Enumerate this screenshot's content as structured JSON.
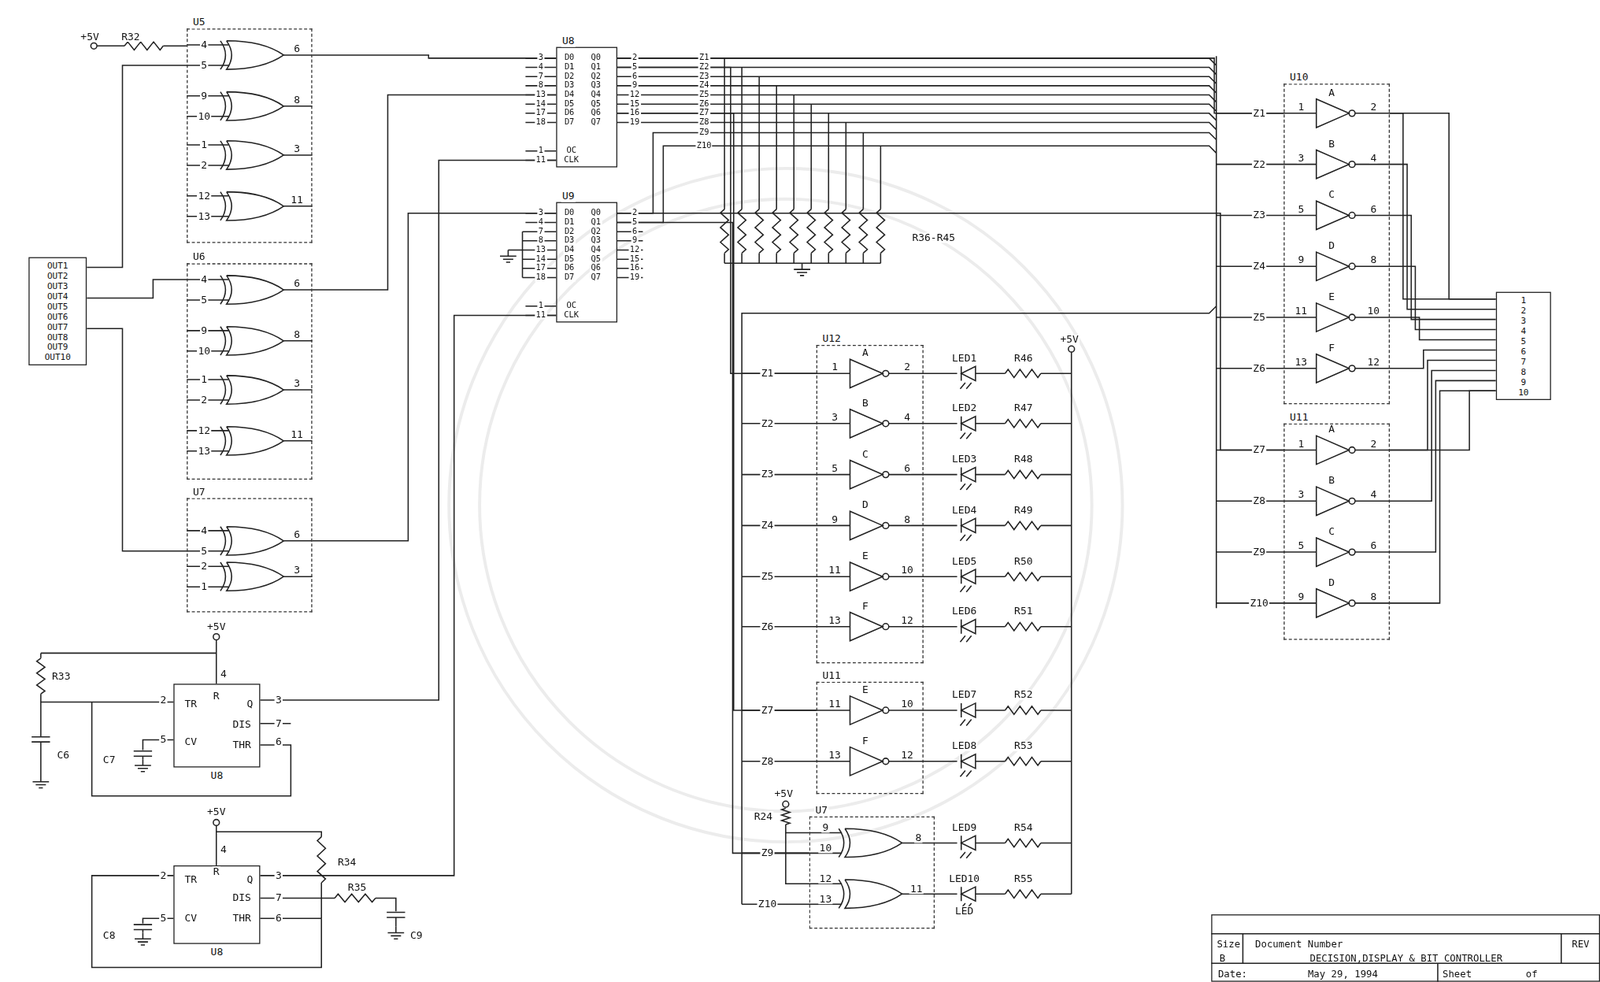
{
  "diagram": {
    "nodes": [
      {
        "text": [
          "OUT1",
          "OUT2",
          "OUT3",
          "OUT4",
          "OUT5",
          "OUT6",
          "OUT7",
          "OUT8",
          "OUT9",
          "OUT10"
        ]
      },
      {
        "text": [
          "U5"
        ]
      },
      {
        "text": [
          "U6"
        ]
      },
      {
        "text": [
          "U7"
        ]
      },
      {
        "text": [
          "U8"
        ]
      },
      {
        "text": [
          "U9"
        ]
      },
      {
        "text": [
          "U10"
        ]
      },
      {
        "text": [
          "U11"
        ]
      },
      {
        "text": [
          "1",
          "2",
          "3",
          "4",
          "5",
          "6",
          "7",
          "8",
          "9",
          "10"
        ]
      },
      {
        "text": [
          "U12"
        ]
      },
      {
        "text": [
          "U11"
        ]
      },
      {
        "text": [
          "U7"
        ]
      },
      {
        "text": [
          "U8"
        ]
      },
      {
        "text": [
          "U8"
        ]
      },
      {
        "text": [
          "Size",
          "B",
          "Document Number",
          "DECISION,DISPLAY & BIT CONTROLLER",
          "REV",
          "Date:",
          "May 29, 1994",
          "Sheet",
          "of"
        ]
      }
    ],
    "edges": [
      {
        "from": 0,
        "to": 1,
        "arrow": "none"
      },
      {
        "from": 0,
        "to": 2,
        "arrow": "none"
      },
      {
        "from": 0,
        "to": 3,
        "arrow": "none"
      },
      {
        "from": 1,
        "to": 4,
        "arrow": "none"
      },
      {
        "from": 2,
        "to": 4,
        "arrow": "none"
      },
      {
        "from": 3,
        "to": 5,
        "arrow": "none"
      },
      {
        "from": 12,
        "to": 4,
        "arrow": "none"
      },
      {
        "from": 13,
        "to": 5,
        "arrow": "none"
      },
      {
        "from": 4,
        "to": 6,
        "arrow": "none"
      },
      {
        "from": 4,
        "to": 9,
        "arrow": "none"
      },
      {
        "from": 4,
        "to": 10,
        "arrow": "none"
      },
      {
        "from": 5,
        "to": 7,
        "arrow": "none"
      },
      {
        "from": 5,
        "to": 11,
        "arrow": "none"
      },
      {
        "from": 6,
        "to": 8,
        "arrow": "none"
      },
      {
        "from": 7,
        "to": 8,
        "arrow": "none"
      }
    ],
    "labels": [
      "+5V",
      "R32",
      "4",
      "5",
      "9",
      "10",
      "1",
      "2",
      "12",
      "13",
      "6",
      "8",
      "3",
      "11",
      "4",
      "5",
      "9",
      "10",
      "1",
      "2",
      "12",
      "13",
      "6",
      "8",
      "3",
      "11",
      "4",
      "5",
      "2",
      "1",
      "6",
      "3",
      "3",
      "4",
      "7",
      "8",
      "13",
      "14",
      "17",
      "18",
      "D0",
      "D1",
      "D2",
      "D3",
      "D4",
      "D5",
      "D6",
      "D7",
      "Q0",
      "Q1",
      "Q2",
      "Q3",
      "Q4",
      "Q5",
      "Q6",
      "Q7",
      "2",
      "5",
      "6",
      "9",
      "12",
      "15",
      "16",
      "19",
      "1",
      "11",
      "OC",
      "CLK",
      "3",
      "4",
      "7",
      "8",
      "13",
      "14",
      "17",
      "18",
      "D0",
      "D1",
      "D2",
      "D3",
      "D4",
      "D5",
      "D6",
      "D7",
      "Q0",
      "Q1",
      "Q2",
      "Q3",
      "Q4",
      "Q5",
      "Q6",
      "Q7",
      "2",
      "5",
      "6",
      "9",
      "12",
      "15",
      "16",
      "19",
      "1",
      "11",
      "OC",
      "CLK",
      "Z1",
      "Z2",
      "Z3",
      "Z4",
      "Z5",
      "Z6",
      "Z7",
      "Z8",
      "Z9",
      "Z10",
      "R36-R45",
      "A",
      "B",
      "C",
      "D",
      "E",
      "F",
      "Z1",
      "Z2",
      "Z3",
      "Z4",
      "Z5",
      "Z6",
      "1",
      "3",
      "5",
      "9",
      "11",
      "13",
      "2",
      "4",
      "6",
      "8",
      "10",
      "12",
      "A",
      "B",
      "C",
      "D",
      "Z7",
      "Z8",
      "Z9",
      "Z10",
      "1",
      "3",
      "5",
      "9",
      "2",
      "4",
      "6",
      "8",
      "A",
      "B",
      "C",
      "D",
      "E",
      "F",
      "Z1",
      "Z2",
      "Z3",
      "Z4",
      "Z5",
      "Z6",
      "1",
      "3",
      "5",
      "9",
      "11",
      "13",
      "2",
      "4",
      "6",
      "8",
      "10",
      "12",
      "E",
      "F",
      "Z7",
      "Z8",
      "11",
      "13",
      "10",
      "12",
      "+5V",
      "R24",
      "Z9",
      "Z10",
      "9",
      "10",
      "12",
      "13",
      "8",
      "11",
      "LED1",
      "LED2",
      "LED3",
      "LED4",
      "LED5",
      "LED6",
      "LED7",
      "LED8",
      "LED9",
      "LED10",
      "LED",
      "R46",
      "R47",
      "R48",
      "R49",
      "R50",
      "R51",
      "R52",
      "R53",
      "R54",
      "R55",
      "+5V",
      "+5V",
      "R33",
      "C6",
      "C7",
      "4",
      "2",
      "3",
      "7",
      "6",
      "5",
      "TR",
      "R",
      "Q",
      "DIS",
      "CV",
      "THR",
      "+5V",
      "R34",
      "R35",
      "C8",
      "C9",
      "4",
      "2",
      "3",
      "7",
      "6",
      "5",
      "TR",
      "R",
      "Q",
      "DIS",
      "CV",
      "THR"
    ]
  }
}
